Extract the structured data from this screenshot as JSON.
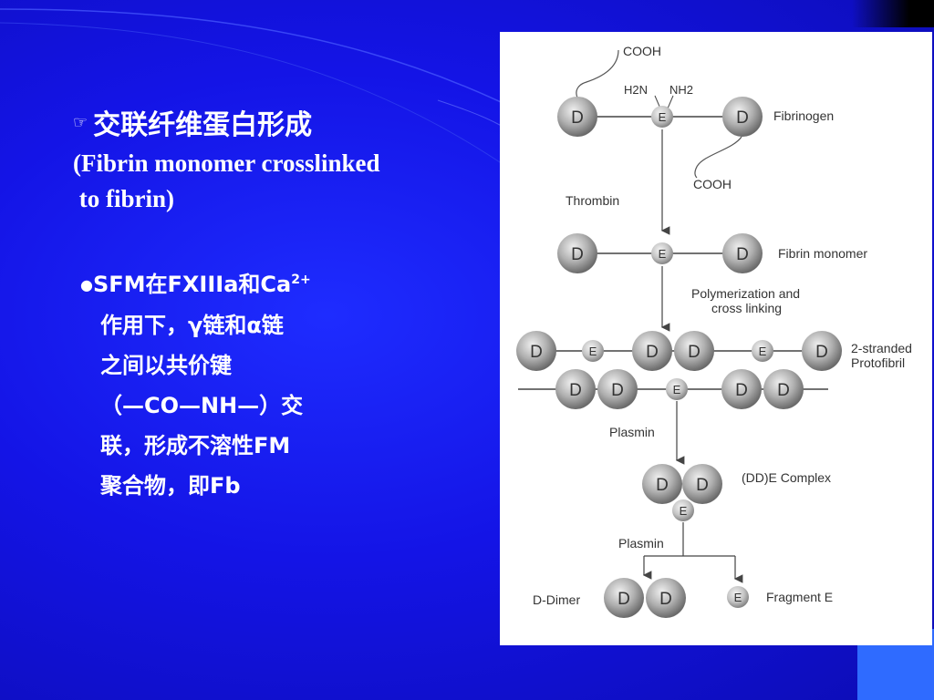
{
  "left": {
    "heading": "交联纤维蛋白形成",
    "subtitle_line1": "(Fibrin monomer crosslinked",
    "subtitle_line2": " to fibrin)",
    "bullet_line1_pre": "SFM在FXIIIa和Ca",
    "bullet_line1_sup": "2+",
    "bullet_line2": "作用下，γ链和α链",
    "bullet_line3": "之间以共价键",
    "bullet_line4": "（—CO—NH—）交",
    "bullet_line5": "联，形成不溶性FM",
    "bullet_line6": "聚合物，即Fb"
  },
  "diagram": {
    "labels": {
      "cooh_top": "COOH",
      "h2n": "H2N",
      "nh2": "NH2",
      "fibrinogen": "Fibrinogen",
      "cooh_bottom": "COOH",
      "thrombin": "Thrombin",
      "fibrin_monomer": "Fibrin monomer",
      "polymerization_1": "Polymerization and",
      "polymerization_2": "cross linking",
      "stranded_1": "2-stranded",
      "stranded_2": "Protofibril",
      "plasmin_1": "Plasmin",
      "dde_complex": "(DD)E Complex",
      "plasmin_2": "Plasmin",
      "d_dimer": "D-Dimer",
      "fragment_e": "Fragment E"
    },
    "nodes": {
      "d": "D",
      "e": "E"
    }
  },
  "colors": {
    "background": "#1414e6",
    "accent_square": "#2f6bff",
    "text": "#ffffff"
  }
}
